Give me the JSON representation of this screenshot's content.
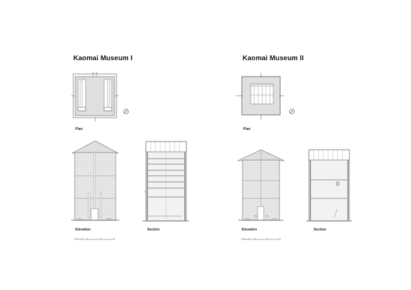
{
  "museums": [
    {
      "title": "Kaomai Museum I",
      "plan_label": "Plan",
      "elevation_label": "Elevation",
      "section_label": "Section"
    },
    {
      "title": "Kaomai Museum II",
      "plan_label": "Plan",
      "elevation_label": "Elevation",
      "section_label": "Section"
    }
  ],
  "colors": {
    "line": "#555555",
    "hatch": "#d9d9d9",
    "text": "#111111"
  }
}
